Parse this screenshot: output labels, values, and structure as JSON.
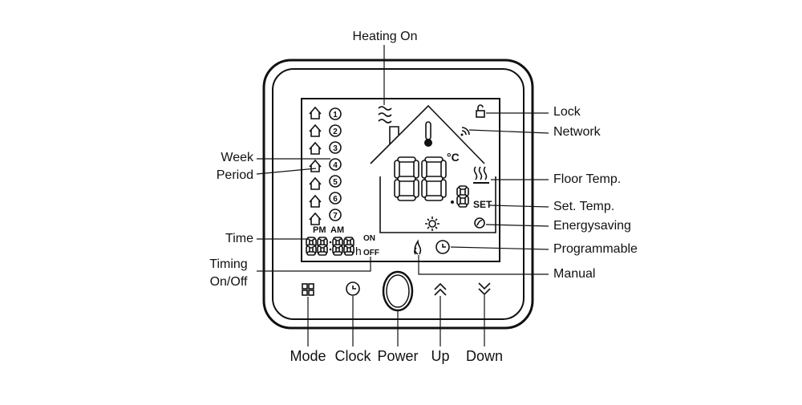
{
  "diagram": {
    "callouts": {
      "heating_on": "Heating On",
      "lock": "Lock",
      "network": "Network",
      "week": "Week",
      "period": "Period",
      "floor_temp": "Floor Temp.",
      "set_temp": "Set. Temp.",
      "energysaving": "Energysaving",
      "time": "Time",
      "programmable": "Programmable",
      "timing_on_off_line1": "Timing",
      "timing_on_off_line2": "On/Off",
      "manual": "Manual"
    },
    "buttons": {
      "mode": "Mode",
      "clock": "Clock",
      "power": "Power",
      "up": "Up",
      "down": "Down"
    },
    "display": {
      "weekdays": [
        "1",
        "2",
        "3",
        "4",
        "5",
        "6",
        "7"
      ],
      "pm": "PM",
      "am": "AM",
      "on": "ON",
      "off": "OFF",
      "hour_suffix": "h",
      "set": "SET",
      "temp_unit": "°C"
    }
  }
}
